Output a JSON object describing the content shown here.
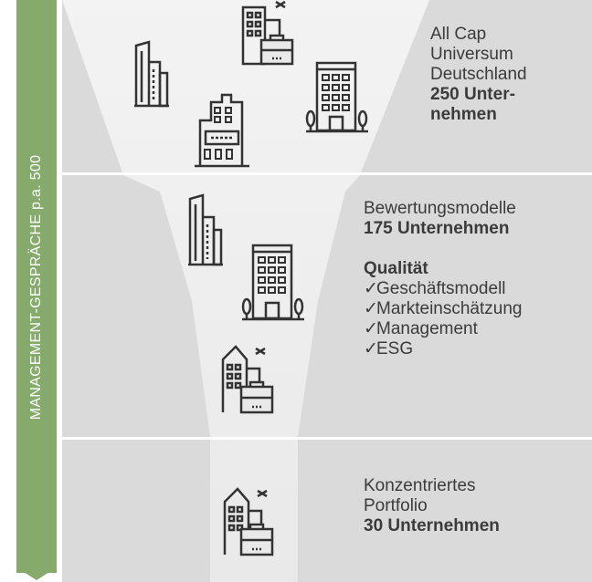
{
  "side_label": "MANAGEMENT-GESPRÄCHE p.a. 500",
  "stages": [
    {
      "lines": [
        "All Cap",
        "Universum",
        "Deutschland"
      ],
      "bold_lines": [
        "250 Unter-",
        "nehmen"
      ]
    },
    {
      "lines": [
        "Bewertungsmodelle"
      ],
      "bold_line": "175 Unternehmen",
      "quality_title": "Qualität",
      "check_mark": "✓",
      "criteria": [
        "Geschäftsmodell",
        "Markteinschätzung",
        "Management",
        "ESG"
      ]
    },
    {
      "lines": [
        "Konzentriertes",
        "Portfolio"
      ],
      "bold_line": "30 Unternehmen"
    }
  ],
  "colors": {
    "banner": "#86a96c",
    "panel": "#dadada",
    "funnel": "#f1f1f1",
    "text": "#3b3b3b",
    "icon": "#333333"
  },
  "icons": [
    "tall-building-icon",
    "office-with-briefcase-icon",
    "office-building-icon",
    "skyscraper-icon",
    "tall-building-icon",
    "skyscraper-icon",
    "office-with-briefcase-icon",
    "office-with-briefcase-icon"
  ]
}
